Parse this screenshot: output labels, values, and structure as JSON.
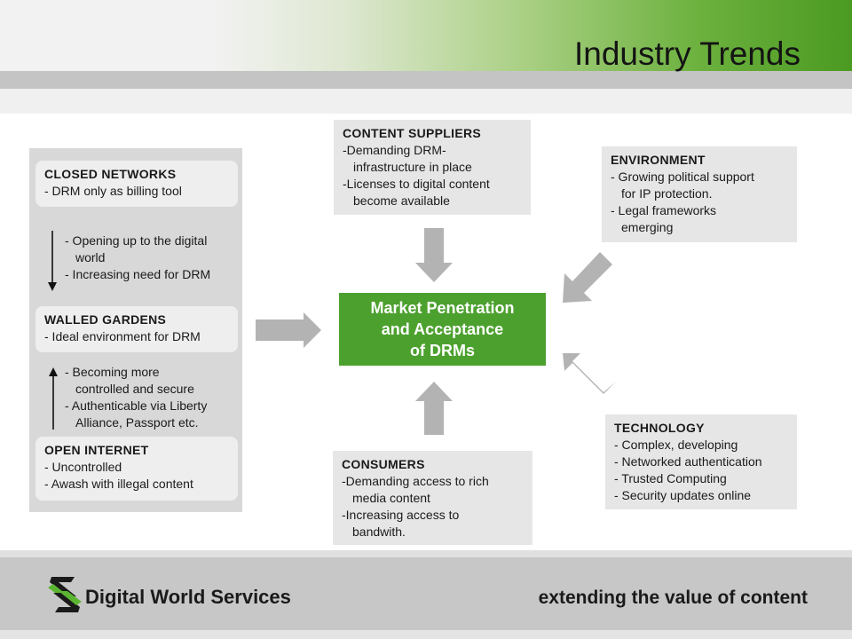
{
  "header": {
    "title": "Industry Trends"
  },
  "left_panel": {
    "closed_networks": {
      "heading": "CLOSED NETWORKS",
      "line1": "- DRM only as billing tool"
    },
    "note_down": {
      "line1": "- Opening up to the digital",
      "line2": "world",
      "line3": "- Increasing need for DRM"
    },
    "walled_gardens": {
      "heading": "WALLED GARDENS",
      "line1": "- Ideal environment for DRM"
    },
    "note_up": {
      "line1": "- Becoming more",
      "line2": "controlled and secure",
      "line3": "- Authenticable via Liberty",
      "line4": "Alliance, Passport etc."
    },
    "open_internet": {
      "heading": "OPEN INTERNET",
      "line1": "- Uncontrolled",
      "line2": "- Awash with illegal content"
    }
  },
  "content_suppliers": {
    "heading": "CONTENT SUPPLIERS",
    "line1": "-Demanding DRM-",
    "line2": "infrastructure in place",
    "line3": "-Licenses to digital content",
    "line4": "become available"
  },
  "environment": {
    "heading": "ENVIRONMENT",
    "line1": "- Growing political support",
    "line2": "for IP protection.",
    "line3": "- Legal frameworks",
    "line4": "emerging"
  },
  "center": {
    "line1": "Market Penetration",
    "line2": "and Acceptance",
    "line3": "of DRMs"
  },
  "technology": {
    "heading": "TECHNOLOGY",
    "line1": "- Complex, developing",
    "line2": "- Networked authentication",
    "line3": "- Trusted Computing",
    "line4": "- Security updates online"
  },
  "consumers": {
    "heading": "CONSUMERS",
    "line1": "-Demanding access to rich",
    "line2": "media content",
    "line3": "-Increasing access to",
    "line4": "bandwith."
  },
  "footer": {
    "brand": "Digital World Services",
    "tagline": "extending the value of content"
  },
  "colors": {
    "accent_green": "#4ca12e",
    "arrow_grey": "#b3b3b3"
  }
}
